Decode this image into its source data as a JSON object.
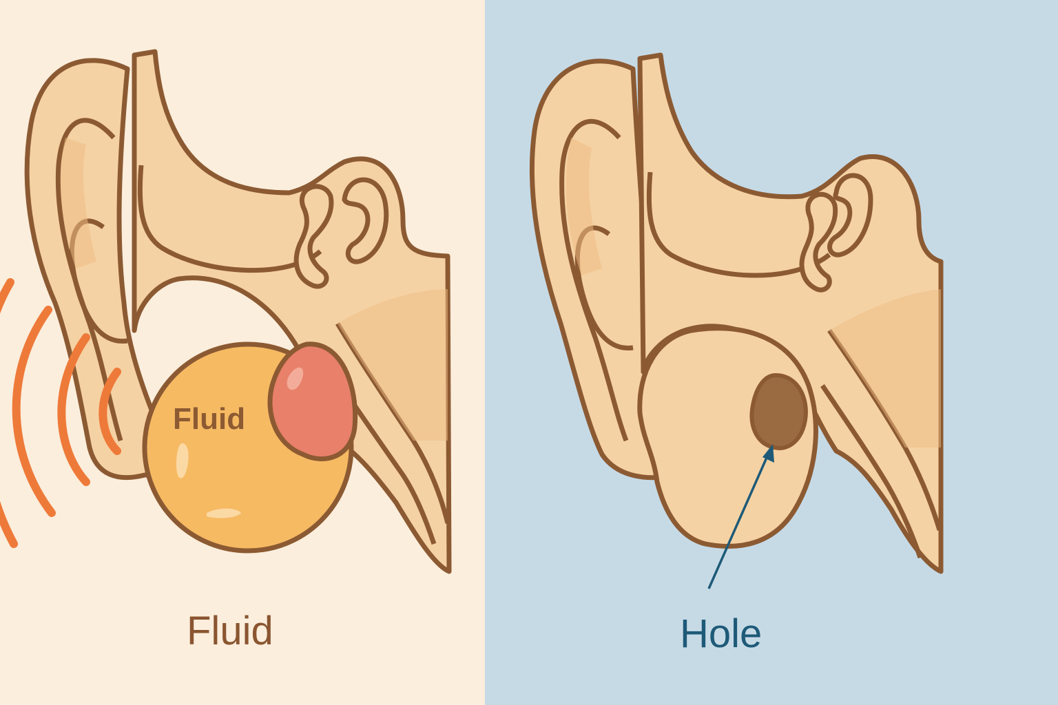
{
  "left_panel": {
    "inner_label": "Fluid",
    "caption": "Fluid",
    "background": "#FBEEDD",
    "caption_color": "#8A5530",
    "fluid_color": "#F6BA63",
    "inflammation_color": "#E8806A",
    "sound_wave_color": "#EE7A3A"
  },
  "right_panel": {
    "caption": "Hole",
    "background": "#C6DAE6",
    "caption_color": "#1E5A78",
    "hole_color": "#9A6A40",
    "arrow_color": "#1E5A78"
  },
  "colors": {
    "outline": "#8C5A32",
    "skin": "#F5D2A4",
    "skin_shade": "#EDBB84"
  }
}
